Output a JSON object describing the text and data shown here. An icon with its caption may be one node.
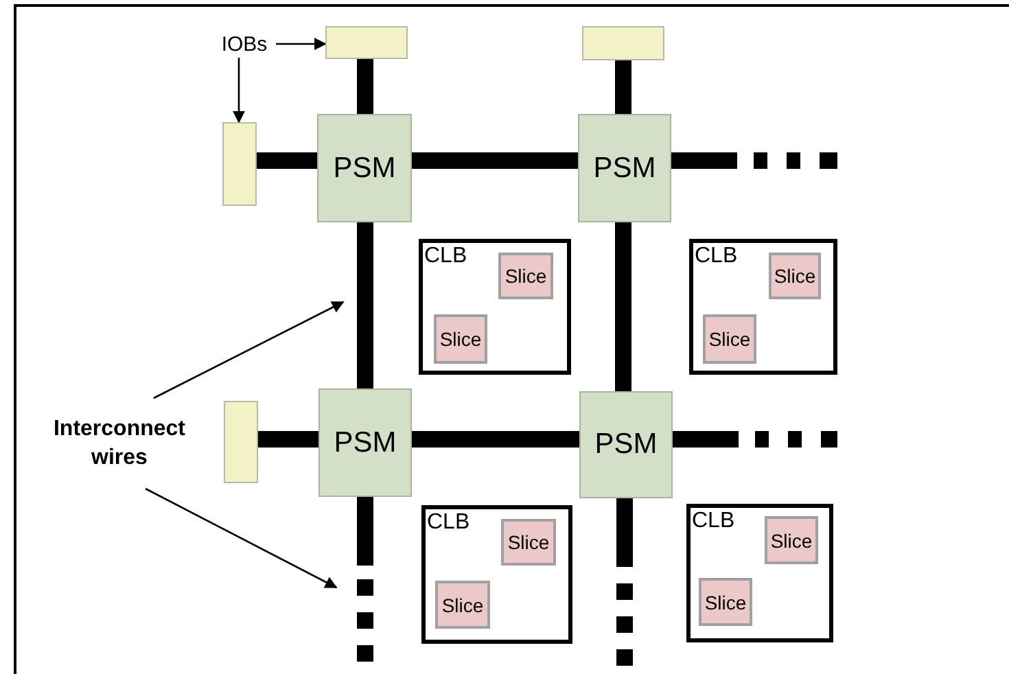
{
  "diagram": {
    "nodes": [
      {
        "text": [
          "IOBs"
        ]
      },
      {
        "text": [],
        "shape": "box"
      },
      {
        "text": [],
        "shape": "box"
      },
      {
        "text": [],
        "shape": "box"
      },
      {
        "text": [
          "PSM"
        ]
      },
      {
        "text": [
          "PSM"
        ]
      },
      {
        "text": [
          "CLB"
        ]
      },
      {
        "text": [
          "Slice"
        ],
        "in": 6
      },
      {
        "text": [
          "Slice"
        ],
        "in": 6
      },
      {
        "text": [
          "CLB"
        ]
      },
      {
        "text": [
          "Slice"
        ],
        "in": 9
      },
      {
        "text": [
          "Slice"
        ],
        "in": 9
      },
      {
        "text": [
          "Interconnect wires"
        ]
      },
      {
        "text": [],
        "shape": "box"
      },
      {
        "text": [
          "PSM"
        ]
      },
      {
        "text": [
          "PSM"
        ]
      },
      {
        "text": [
          "CLB"
        ]
      },
      {
        "text": [
          "Slice"
        ],
        "in": 16
      },
      {
        "text": [
          "Slice"
        ],
        "in": 16
      },
      {
        "text": [
          "CLB"
        ]
      },
      {
        "text": [
          "Slice"
        ],
        "in": 19
      },
      {
        "text": [
          "Slice"
        ],
        "in": 19
      }
    ],
    "edges": [
      {
        "from": 0,
        "to": 1,
        "arrow": "to"
      },
      {
        "from": 0,
        "to": 3,
        "arrow": "to"
      },
      {
        "from": 1,
        "to": 4,
        "arrow": "none"
      },
      {
        "from": 2,
        "to": 5,
        "arrow": "none"
      },
      {
        "from": 3,
        "to": 4,
        "arrow": "none"
      },
      {
        "from": 4,
        "to": 5,
        "arrow": "none"
      },
      {
        "from": 4,
        "to": 14,
        "arrow": "none"
      },
      {
        "from": 5,
        "to": 15,
        "arrow": "none"
      },
      {
        "from": 5,
        "to": null,
        "arrow": "none",
        "style": "dashed"
      },
      {
        "from": 13,
        "to": 14,
        "arrow": "none"
      },
      {
        "from": 14,
        "to": 15,
        "arrow": "none"
      },
      {
        "from": 14,
        "to": null,
        "arrow": "none",
        "style": "dashed"
      },
      {
        "from": 15,
        "to": null,
        "arrow": "none",
        "style": "dashed"
      },
      {
        "from": 15,
        "to": null,
        "arrow": "none",
        "style": "dashed"
      },
      {
        "from": 12,
        "to": null,
        "arrow": "to"
      },
      {
        "from": 12,
        "to": null,
        "arrow": "to"
      }
    ]
  }
}
